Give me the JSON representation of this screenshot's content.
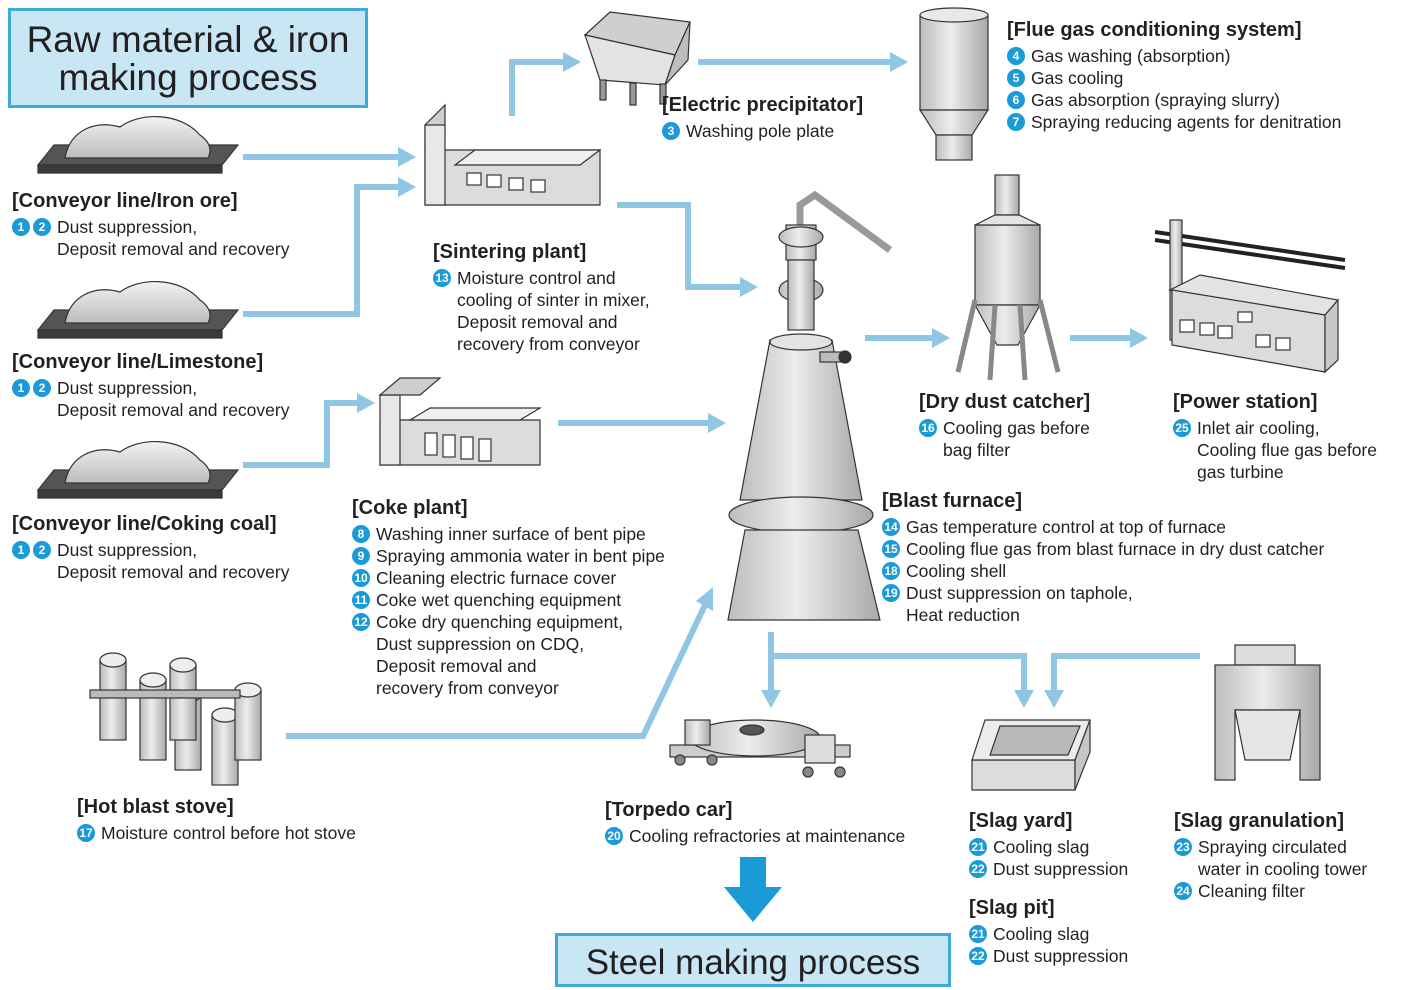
{
  "titles": {
    "main": "Raw material & iron making process",
    "steel": "Steel making process"
  },
  "sections": {
    "iron_ore": {
      "heading": "[Conveyor line/Iron ore]",
      "items": [
        {
          "badges": [
            "1",
            "2"
          ],
          "lines": [
            "Dust suppression,",
            "Deposit removal and recovery"
          ]
        }
      ]
    },
    "limestone": {
      "heading": "[Conveyor line/Limestone]",
      "items": [
        {
          "badges": [
            "1",
            "2"
          ],
          "lines": [
            "Dust suppression,",
            "Deposit removal and recovery"
          ]
        }
      ]
    },
    "coking_coal": {
      "heading": "[Conveyor line/Coking coal]",
      "items": [
        {
          "badges": [
            "1",
            "2"
          ],
          "lines": [
            "Dust suppression,",
            "Deposit removal and recovery"
          ]
        }
      ]
    },
    "sintering": {
      "heading": "[Sintering plant]",
      "items": [
        {
          "badges": [
            "13"
          ],
          "lines": [
            "Moisture control and",
            "cooling of sinter in mixer,",
            "Deposit removal and",
            "recovery from conveyor"
          ]
        }
      ]
    },
    "electric_precipitator": {
      "heading": "[Electric precipitator]",
      "items": [
        {
          "badges": [
            "3"
          ],
          "lines": [
            "Washing pole plate"
          ]
        }
      ]
    },
    "flue_gas": {
      "heading": "[Flue gas conditioning system]",
      "items": [
        {
          "badges": [
            "4"
          ],
          "lines": [
            "Gas washing (absorption)"
          ]
        },
        {
          "badges": [
            "5"
          ],
          "lines": [
            "Gas cooling"
          ]
        },
        {
          "badges": [
            "6"
          ],
          "lines": [
            "Gas absorption (spraying slurry)"
          ]
        },
        {
          "badges": [
            "7"
          ],
          "lines": [
            "Spraying reducing agents for denitration"
          ]
        }
      ]
    },
    "coke_plant": {
      "heading": "[Coke plant]",
      "items": [
        {
          "badges": [
            "8"
          ],
          "lines": [
            "Washing inner surface of bent pipe"
          ]
        },
        {
          "badges": [
            "9"
          ],
          "lines": [
            "Spraying ammonia water in bent pipe"
          ]
        },
        {
          "badges": [
            "10"
          ],
          "lines": [
            "Cleaning electric furnace cover"
          ]
        },
        {
          "badges": [
            "11"
          ],
          "lines": [
            "Coke wet quenching equipment"
          ]
        },
        {
          "badges": [
            "12"
          ],
          "lines": [
            "Coke dry quenching equipment,",
            "Dust suppression on CDQ,",
            "Deposit removal and",
            "recovery from conveyor"
          ]
        }
      ]
    },
    "dry_dust": {
      "heading": "[Dry dust catcher]",
      "items": [
        {
          "badges": [
            "16"
          ],
          "lines": [
            "Cooling gas before",
            "bag filter"
          ]
        }
      ]
    },
    "power_station": {
      "heading": "[Power station]",
      "items": [
        {
          "badges": [
            "25"
          ],
          "lines": [
            "Inlet air cooling,",
            "Cooling flue gas before",
            "gas turbine"
          ]
        }
      ]
    },
    "blast_furnace": {
      "heading": "[Blast furnace]",
      "items": [
        {
          "badges": [
            "14"
          ],
          "lines": [
            "Gas temperature control at top of furnace"
          ]
        },
        {
          "badges": [
            "15"
          ],
          "lines": [
            "Cooling flue gas from blast furnace in dry dust catcher"
          ]
        },
        {
          "badges": [
            "18"
          ],
          "lines": [
            "Cooling shell"
          ]
        },
        {
          "badges": [
            "19"
          ],
          "lines": [
            "Dust suppression on taphole,",
            "Heat reduction"
          ]
        }
      ]
    },
    "hot_blast": {
      "heading": "[Hot blast stove]",
      "items": [
        {
          "badges": [
            "17"
          ],
          "lines": [
            "Moisture control before hot stove"
          ]
        }
      ]
    },
    "torpedo": {
      "heading": "[Torpedo car]",
      "items": [
        {
          "badges": [
            "20"
          ],
          "lines": [
            "Cooling refractories at maintenance"
          ]
        }
      ]
    },
    "slag_yard": {
      "heading": "[Slag yard]",
      "items": [
        {
          "badges": [
            "21"
          ],
          "lines": [
            "Cooling slag"
          ]
        },
        {
          "badges": [
            "22"
          ],
          "lines": [
            "Dust suppression"
          ]
        }
      ]
    },
    "slag_pit": {
      "heading": "[Slag pit]",
      "items": [
        {
          "badges": [
            "21"
          ],
          "lines": [
            "Cooling slag"
          ]
        },
        {
          "badges": [
            "22"
          ],
          "lines": [
            "Dust suppression"
          ]
        }
      ]
    },
    "slag_granulation": {
      "heading": "[Slag granulation]",
      "items": [
        {
          "badges": [
            "23"
          ],
          "lines": [
            "Spraying circulated",
            "water in cooling tower"
          ]
        },
        {
          "badges": [
            "24"
          ],
          "lines": [
            "Cleaning filter"
          ]
        }
      ]
    }
  },
  "colors": {
    "arrow": "#8fc6e4",
    "badge": "#1a9ad6",
    "title_fill": "#c9e6f5",
    "title_border": "#3fa9dc",
    "equipment": "#d9d9d9"
  }
}
